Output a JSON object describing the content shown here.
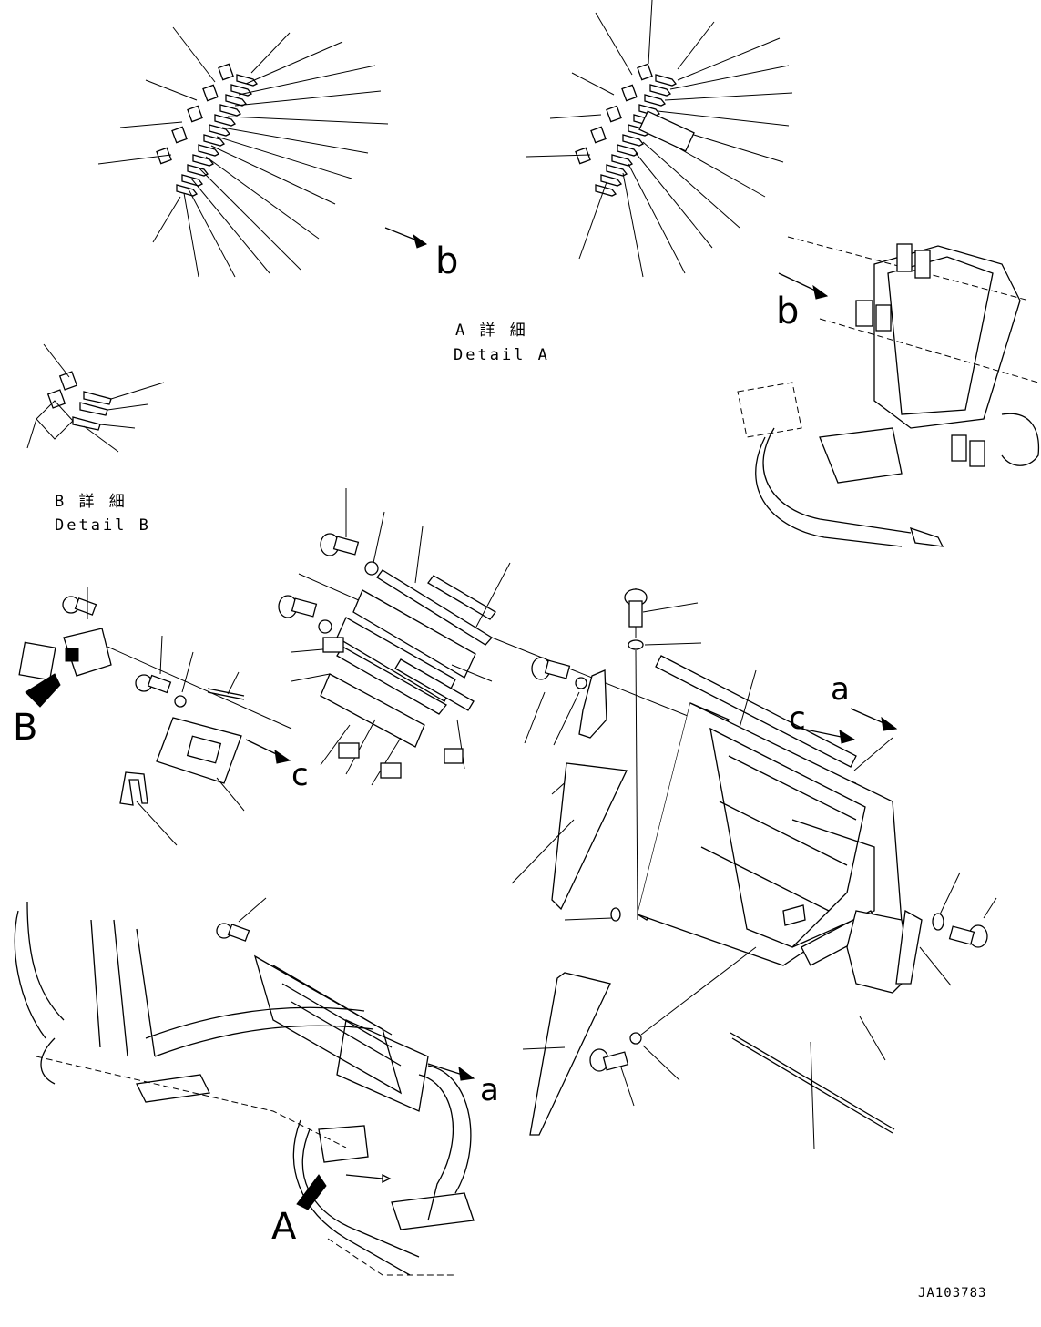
{
  "detail_a": {
    "title_jp": "A 詳 細",
    "title_en": "Detail A"
  },
  "detail_b": {
    "title_jp": "B 詳 細",
    "title_en": "Detail B"
  },
  "callouts": {
    "b_top": "b",
    "b_right": "b",
    "c_left": "c",
    "c_right": "c",
    "a_right": "a",
    "a_bottom": "a",
    "A_view": "A",
    "B_view": "B"
  },
  "drawing_code": "JA103783"
}
